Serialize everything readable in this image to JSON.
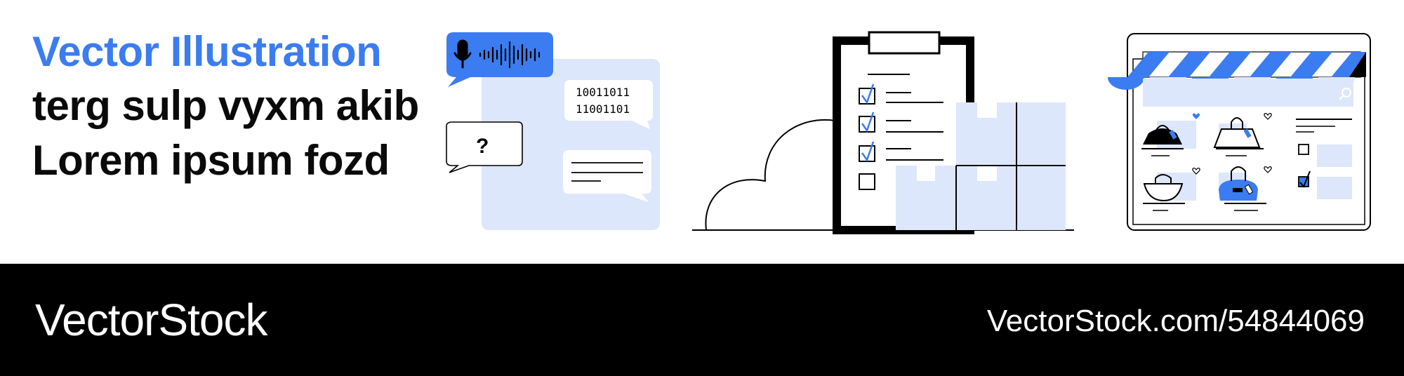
{
  "headline": {
    "title": "Vector Illustration",
    "subtitle": "terg sulp vyxm akib Lorem ipsum fozd"
  },
  "illustrations": {
    "chat": {
      "binary_line1": "10011011",
      "binary_line2": "11001101",
      "question_mark": "?"
    }
  },
  "footer": {
    "brand": "VectorStock",
    "url": "VectorStock.com/54844069"
  },
  "colors": {
    "accent": "#3b7cf0",
    "light_blue": "#dde7fb",
    "footer_bg": "#000000"
  }
}
